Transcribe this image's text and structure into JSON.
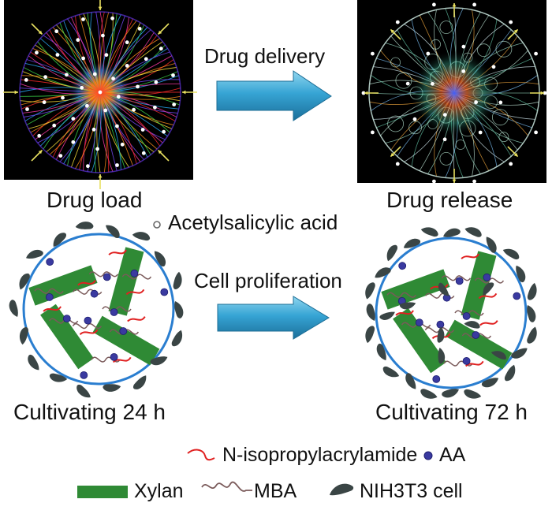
{
  "figure": {
    "top_left_label": "Drug load",
    "top_right_label": "Drug release",
    "arrow_top_label": "Drug delivery",
    "center_marker_label": "Acetylsalicylic acid",
    "arrow_bottom_label": "Cell proliferation",
    "bottom_left_label": "Cultivating 24 h",
    "bottom_right_label": "Cultivating 72 h"
  },
  "legend": {
    "nipam": "N-isopropylacrylamide",
    "aa": "AA",
    "xylan": "Xylan",
    "mba": "MBA",
    "cell": "NIH3T3 cell"
  },
  "colors": {
    "panel_bg": "#000000",
    "inward_arrow": "#e8e060",
    "delivery_arrow": "#2a8fc0",
    "xylan": "#2f8a35",
    "nipam": "#e02020",
    "aa": "#3a3aa0",
    "mba": "#7a5a5a",
    "cell": "#3a4545",
    "hydrogel_ring": "#2a7ed0"
  }
}
